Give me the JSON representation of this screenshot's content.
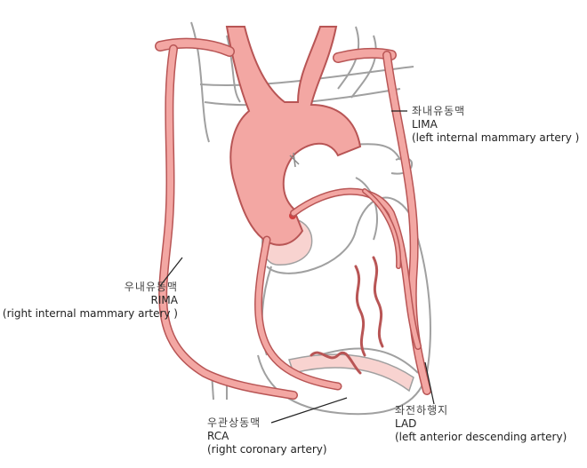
{
  "labels": {
    "lima": {
      "korean": "좌내유동맥",
      "abbr": "LIMA",
      "full": "(left  internal mammary artery )"
    },
    "rima": {
      "korean": "우내유동맥",
      "abbr": "RIMA",
      "full": "(right  internal mammary artery )"
    },
    "rca": {
      "korean": "우관상동맥",
      "abbr": "RCA",
      "full": "(right coronary artery)"
    },
    "lad": {
      "korean": "좌전하행지",
      "abbr": "LAD",
      "full": "(left anterior descending artery)"
    }
  },
  "colors": {
    "artery_fill": "#f3a7a3",
    "artery_stroke": "#b85555",
    "outline": "#9a9a9a",
    "pale": "#f8d3d0"
  }
}
